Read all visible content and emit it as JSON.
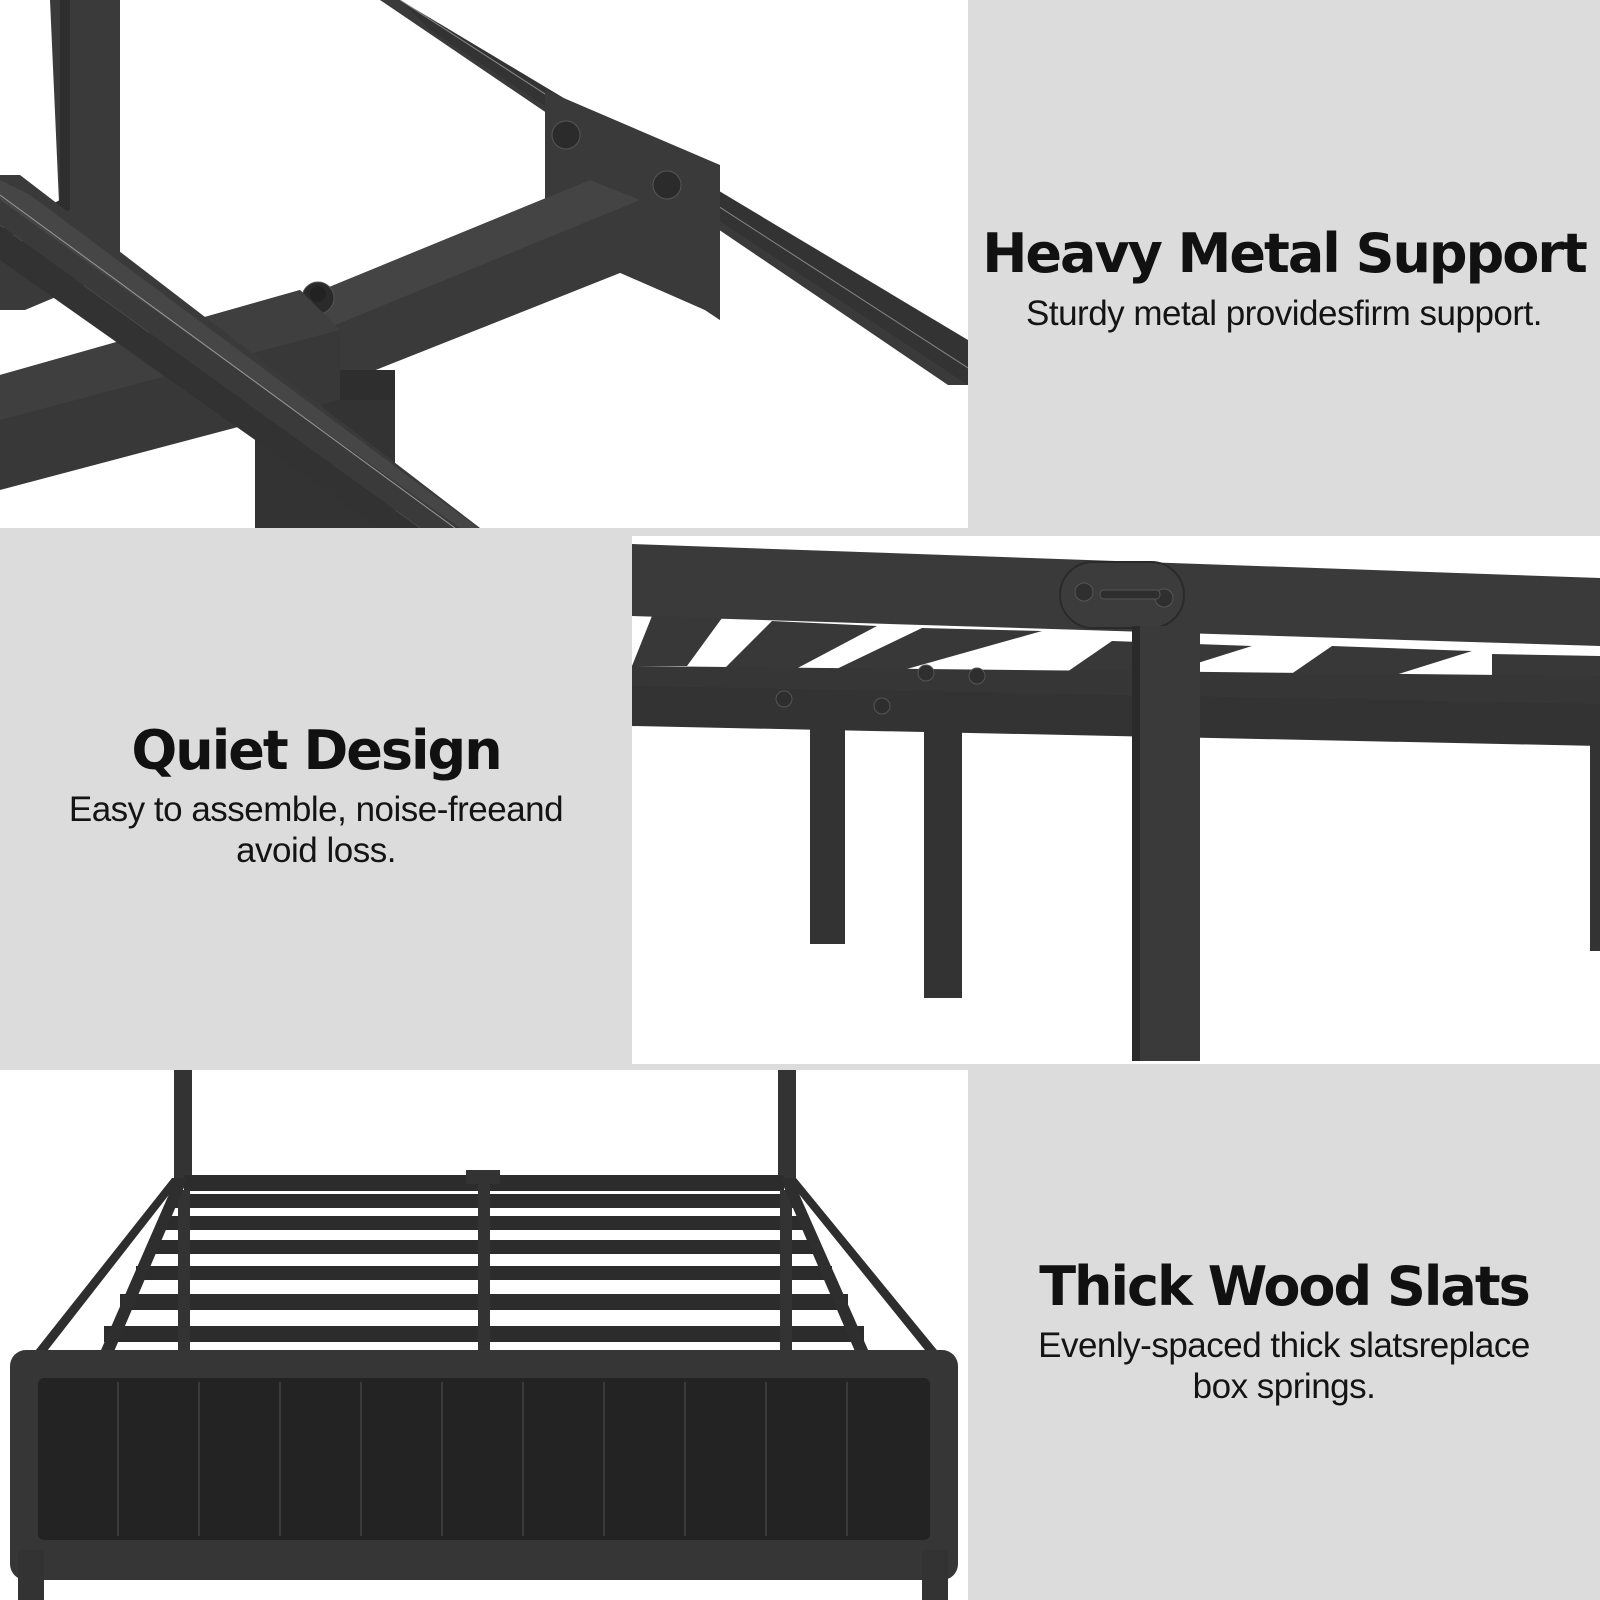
{
  "features": [
    {
      "title": "Heavy Metal Support",
      "description": "Sturdy metal providesfirm support.",
      "image": "bed-frame-joint-closeup"
    },
    {
      "title": "Quiet Design",
      "description_line1": "Easy to assemble, noise-freeand",
      "description_line2": "avoid loss.",
      "image": "bed-frame-side-legs"
    },
    {
      "title": "Thick Wood Slats",
      "description_line1": "Evenly-spaced thick slatsreplace",
      "description_line2": "box springs.",
      "image": "bed-frame-full-view"
    }
  ],
  "colors": {
    "background": "#dcdcdc",
    "photo_background": "#ffffff",
    "metal": "#3a3a3a",
    "metal_dark": "#2a2a2a",
    "text": "#111111"
  }
}
